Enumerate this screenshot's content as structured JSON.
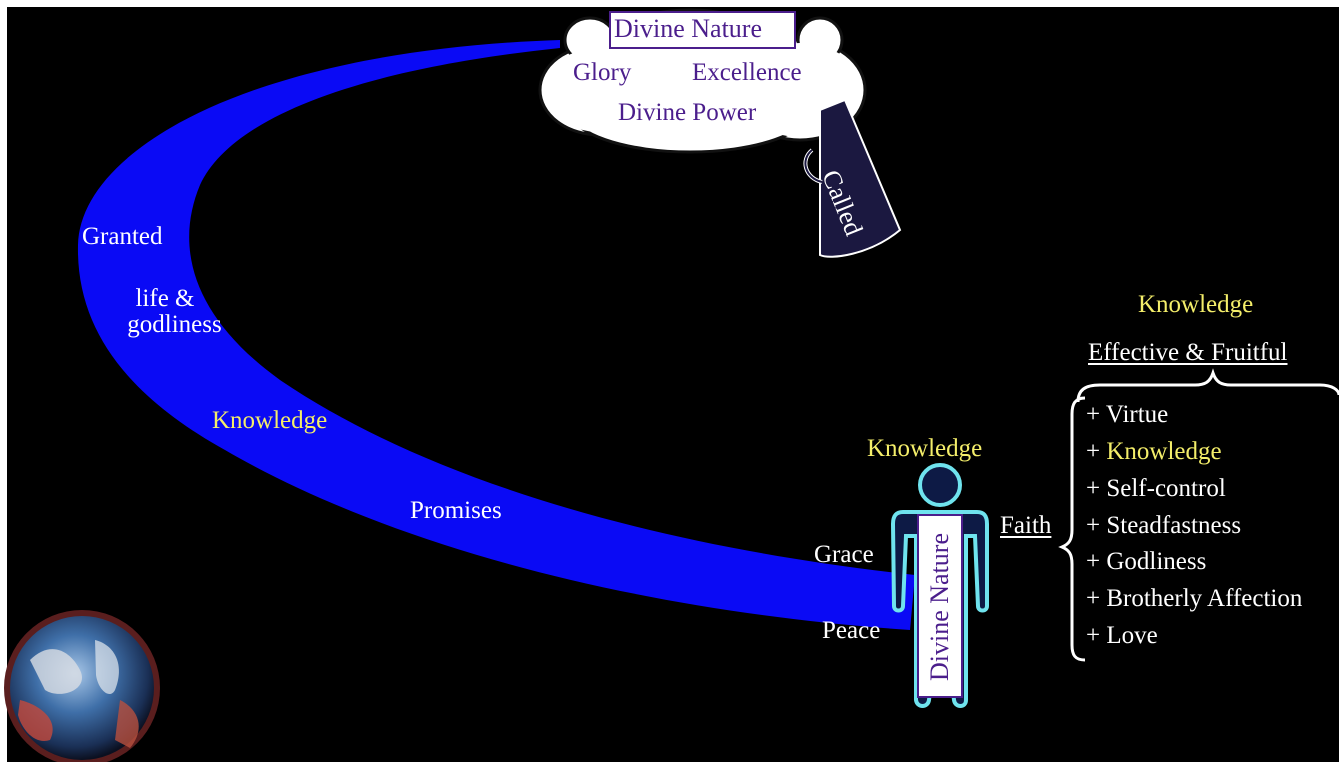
{
  "cloud": {
    "title": "Divine Nature",
    "glory": "Glory",
    "excellence": "Excellence",
    "divine_power": "Divine Power"
  },
  "megaphone": {
    "label": "Called"
  },
  "arc": {
    "granted": "Granted",
    "life": "life &",
    "godliness": "godliness",
    "knowledge": "Knowledge",
    "promises": "Promises",
    "grace": "Grace",
    "peace": "Peace"
  },
  "person": {
    "knowledge": "Knowledge",
    "divine_nature": "Divine Nature",
    "faith": "Faith"
  },
  "right": {
    "heading": "Knowledge",
    "subheading": "Effective & Fruitful",
    "items": [
      {
        "prefix": "+ ",
        "text": "Virtue"
      },
      {
        "prefix": "+ ",
        "text": "Knowledge"
      },
      {
        "prefix": "+ ",
        "text": "Self-control"
      },
      {
        "prefix": "+ ",
        "text": "Steadfastness"
      },
      {
        "prefix": "+ ",
        "text": "Godliness"
      },
      {
        "prefix": "+ ",
        "text": "Brotherly Affection"
      },
      {
        "prefix": "+ ",
        "text": "Love"
      }
    ]
  },
  "colors": {
    "background": "#000000",
    "arc": "#0a0af5",
    "highlight": "#f4ee6a",
    "cloud_text": "#4b1e8c",
    "figure_outline": "#6fe3ee"
  },
  "icons": [
    "megaphone-icon",
    "earth-globe",
    "person-figure"
  ]
}
